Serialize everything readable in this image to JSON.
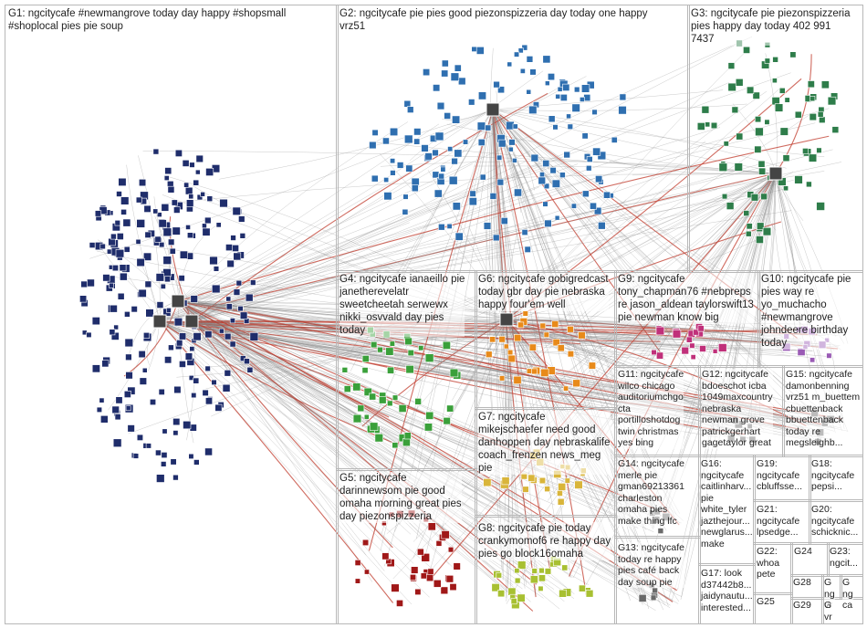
{
  "graph": {
    "groups": [
      {
        "id": "G1",
        "label": "G1: ngcitycafe #newmangrove today day happy #shopsmall\n#shoplocal pies pie soup",
        "color": "#1f2d6b"
      },
      {
        "id": "G2",
        "label": "G2: ngcitycafe pie pies good piezonspizzeria day today one happy\nvrz51",
        "color": "#2f6fb0"
      },
      {
        "id": "G3",
        "label": "G3: ngcitycafe pie piezonspizzeria\npies happy day today 402 991\n7437",
        "color": "#2e7d4a"
      },
      {
        "id": "G4",
        "label": "G4: ngcitycafe ianaeillo pie\njanetherevelatr\nsweetcheetah serwewx\nnikki_osvvald day pies\ntoday",
        "color": "#3aa03a"
      },
      {
        "id": "G6",
        "label": "G6: ngcitycafe gobigredcast\ntoday gbr day pie nebraska\nhappy four'em well",
        "color": "#e88a1a"
      },
      {
        "id": "G9",
        "label": "G9: ngcitycafe\ntony_chapman76 #nebpreps\nre jason_aldean taylorswift13\npie newman know big",
        "color": "#c0307a"
      },
      {
        "id": "G10",
        "label": "G10: ngcitycafe pie\npies way re\nyo_muchacho\n#newmangrove\njohndeere birthday\ntoday",
        "color": "#9a5bb5"
      },
      {
        "id": "G11",
        "label": "G11: ngcitycafe\nwilco chicago\nauditoriumchgo\ncta\nportilloshotdog\ntwin christmas\nyes bing",
        "color": "#6a6a6a"
      },
      {
        "id": "G12",
        "label": "G12: ngcitycafe\nbdoeschot icba\n1049maxcountry\nnebraska\nnewman grove\npatrickgerhart\ngagetaylor great",
        "color": "#6a6a6a"
      },
      {
        "id": "G15",
        "label": "G15: ngcitycafe\ndamonbenning\nvrz51 m_buettem\ncbuettenback\nbbuettenback\ntoday re\nmegsleighb...",
        "color": "#6a6a6a"
      },
      {
        "id": "G7",
        "label": "G7: ngcitycafe\nmikejschaefer need good\ndanhoppen day nebraskalife\ncoach_frenzen news_meg\npie",
        "color": "#d9b53a"
      },
      {
        "id": "G14",
        "label": "G14: ngcitycafe\nmerle pie\ngman69213361\ncharleston\nomaha pies\nmake thing lfc",
        "color": "#6a6a6a"
      },
      {
        "id": "G16",
        "label": "G16:\nngcitycafe\ncaitlinharv...\npie\nwhite_tyler\njazthejour...\nnewglarus...\nmake",
        "color": "#6a6a6a"
      },
      {
        "id": "G19",
        "label": "G19:\nngcitycafe\ncbluffsse...",
        "color": "#6a6a6a"
      },
      {
        "id": "G18",
        "label": "G18:\nngcitycafe\npepsi...",
        "color": "#6a6a6a"
      },
      {
        "id": "G5",
        "label": "G5: ngcitycafe\ndarinnewsom pie good\nomaha morning great pies\nday piezonspizzeria",
        "color": "#a01818"
      },
      {
        "id": "G8",
        "label": "G8: ngcitycafe pie today\ncrankymomof6 re happy day\npies go block16omaha",
        "color": "#a8c032"
      },
      {
        "id": "G13",
        "label": "G13: ngcitycafe\ntoday re happy\npies café back\nday soup pie",
        "color": "#6a6a6a"
      },
      {
        "id": "G17",
        "label": "G17: look\nd37442b8...\njaidynautu...\ninterested...",
        "color": "#6a6a6a"
      },
      {
        "id": "G21",
        "label": "G21:\nngcitycafe\nlpsedge...",
        "color": "#6a6a6a"
      },
      {
        "id": "G20",
        "label": "G20:\nngcitycafe\nschicknic...",
        "color": "#6a6a6a"
      },
      {
        "id": "G22",
        "label": "G22:\nwhoa\npete",
        "color": "#6a6a6a"
      },
      {
        "id": "G24",
        "label": "G24",
        "color": "#6a6a6a"
      },
      {
        "id": "G23",
        "label": "G23:\nngcit...",
        "color": "#6a6a6a"
      },
      {
        "id": "G25",
        "label": "G25",
        "color": "#6a6a6a"
      },
      {
        "id": "G28",
        "label": "G28",
        "color": "#6a6a6a"
      },
      {
        "id": "G26",
        "label": "G\nng\nvr",
        "color": "#6a6a6a"
      },
      {
        "id": "G27",
        "label": "G\nng\nca",
        "color": "#6a6a6a"
      },
      {
        "id": "G29",
        "label": "G29",
        "color": "#6a6a6a"
      },
      {
        "id": "G30",
        "label": "G\nvr",
        "color": "#6a6a6a"
      }
    ],
    "edge_colors": {
      "normal": "#8a8a8a",
      "highlight": "#c0392b"
    }
  }
}
